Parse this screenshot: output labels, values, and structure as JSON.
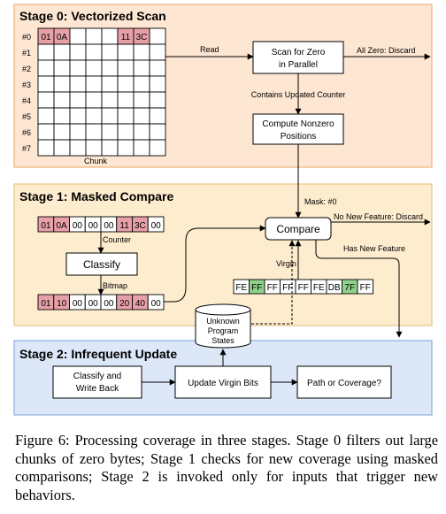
{
  "stages": [
    {
      "title": "Stage 0: Vectorized Scan"
    },
    {
      "title": "Stage 1: Masked Compare"
    },
    {
      "title": "Stage 2: Infrequent Update"
    }
  ],
  "stage0": {
    "row_labels": [
      "#0",
      "#1",
      "#2",
      "#3",
      "#4",
      "#5",
      "#6",
      "#7"
    ],
    "row0_cells": [
      "01",
      "0A",
      "",
      "",
      "",
      "11",
      "3C",
      ""
    ],
    "chunk_label": "Chunk",
    "read_label": "Read",
    "scan_box": [
      "Scan for Zero",
      "in Parallel"
    ],
    "all_zero_label": "All Zero: Discard",
    "contains_label": "Contains Updated Counter",
    "compute_box": [
      "Compute Nonzero",
      "Positions"
    ]
  },
  "stage1": {
    "mask_label": "Mask: #0",
    "counter_cells": [
      "01",
      "0A",
      "00",
      "00",
      "00",
      "11",
      "3C",
      "00"
    ],
    "counter_label": "Counter",
    "classify_label": "Classify",
    "bitmap_label": "Bitmap",
    "bitmap_cells": [
      "01",
      "10",
      "00",
      "00",
      "00",
      "20",
      "40",
      "00"
    ],
    "compare_label": "Compare",
    "no_new_label": "No New Feature: Discard",
    "has_new_label": "Has New Feature",
    "virgin_label": "Virgin",
    "virgin_cells": [
      "FE",
      "FF",
      "FF",
      "FF",
      "FF",
      "FE",
      "DB",
      "7F",
      "FF"
    ],
    "unknown_label": [
      "Unknown",
      "Program",
      "States"
    ]
  },
  "stage2": {
    "classify_box": [
      "Classify and",
      "Write Back"
    ],
    "update_box": "Update Virgin Bits",
    "path_box": "Path or Coverage?"
  },
  "colors": {
    "stage0_fill": "#fde6d2",
    "stage0_border": "#f0b27a",
    "stage1_fill": "#fdeccd",
    "stage1_border": "#e7c48a",
    "stage2_fill": "#dce8f8",
    "stage2_border": "#8eaedb",
    "highlight_red": "#e8a0a8",
    "highlight_green": "#8fd18a"
  },
  "caption": "Figure 6: Processing coverage in three stages. Stage 0 filters out large chunks of zero bytes; Stage 1 checks for new coverage using masked comparisons; Stage 2 is invoked only for inputs that trigger new behaviors."
}
